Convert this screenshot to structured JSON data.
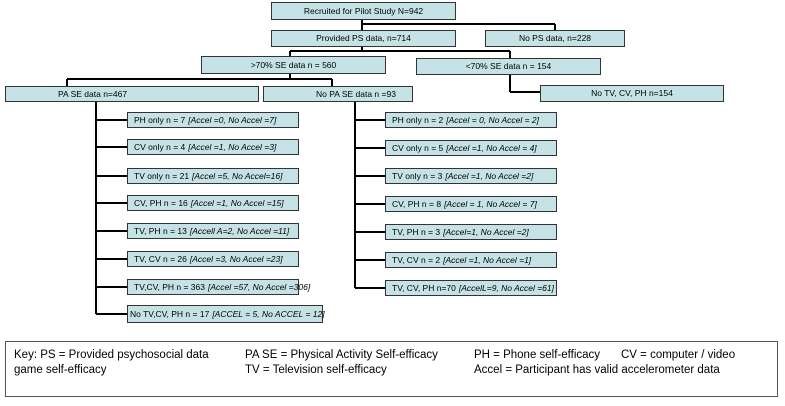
{
  "colors": {
    "box_fill": "#c5e3e6",
    "border": "#333333",
    "line": "#000000"
  },
  "top": {
    "recruited": "Recruited for Pilot Study N=942",
    "provided_ps": "Provided PS data, n=714",
    "no_ps": "No PS data, n=228",
    "gt70": ">70% SE data n = 560",
    "lt70": "<70% SE data n = 154",
    "no_tv_cv_ph": "No TV, CV, PH  n=154",
    "pa_se": "PA SE data n=467",
    "no_pa_se": "No PA SE data n =93"
  },
  "left_items": [
    {
      "main": "PH only n = 7",
      "detail": "[Accel =0, No Accel =7]"
    },
    {
      "main": "CV only  n = 4",
      "detail": "[Accel =1, No Accel =3]"
    },
    {
      "main": "TV only n = 21",
      "detail": "[Accel =5, No Accel=16]"
    },
    {
      "main": "CV, PH n = 16",
      "detail": "[Accel =1, No Accel =15]"
    },
    {
      "main": "TV, PH n = 13",
      "detail": "[Accell A=2, No Accel =11]"
    },
    {
      "main": "TV, CV n = 26",
      "detail": "[Accel =3, No Accel =23]"
    },
    {
      "main": "TV,CV, PH n = 363",
      "detail": "[Accel =57, No Accel =306]"
    },
    {
      "main": "No TV,CV, PH  n = 17",
      "detail": "[ACCEL = 5, No ACCEL = 12]"
    }
  ],
  "right_items": [
    {
      "main": "PH only n = 2",
      "detail": "[Accel = 0, No Accel = 2]"
    },
    {
      "main": "CV only n = 5",
      "detail": "[Accel =1, No Accel = 4]"
    },
    {
      "main": "TV only n = 3",
      "detail": "[Accel =1, No Accel =2]"
    },
    {
      "main": "CV, PH n = 8",
      "detail": "[Accel  = 1, No Accel = 7]"
    },
    {
      "main": "TV, PH n = 3",
      "detail": "[Accel=1, No Accel =2]"
    },
    {
      "main": "TV, CV n = 2",
      "detail": "[Accel =1, No Accel =1]"
    },
    {
      "main": "TV, CV, PH n=70",
      "detail": "[AccelL=9, No Accel =61]"
    }
  ],
  "key": {
    "ps": "Key: PS = Provided psychosocial data",
    "game": "game self-efficacy",
    "pa_se": "PA SE = Physical Activity Self-efficacy",
    "tv": "TV = Television self-efficacy",
    "ph": "PH = Phone self-efficacy",
    "cv": "CV = computer / video",
    "accel": "Accel = Participant has valid accelerometer data"
  }
}
